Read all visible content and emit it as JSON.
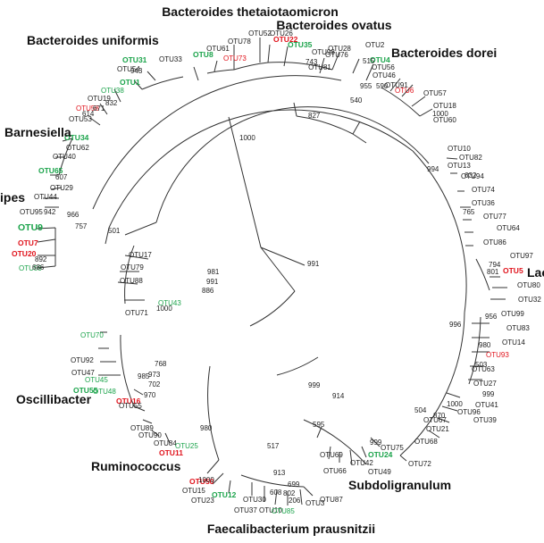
{
  "colors": {
    "green": "#1aa34a",
    "red": "#e0121b",
    "black": "#1a1a1a",
    "branch": "#333333"
  },
  "genera": [
    "Bacteroides thetaiotaomicron",
    "Bacteroides ovatus",
    "Bacteroides uniformis",
    "Bacteroides dorei",
    "Barnesiella",
    "ipes",
    "Lac",
    "Oscillibacter",
    "Ruminococcus",
    "Subdoligranulum",
    "Faecalibacterium prausnitzii"
  ],
  "otus": [
    {
      "t": "OTU52",
      "c": "black"
    },
    {
      "t": "OTU26",
      "c": "black"
    },
    {
      "t": "OTU78",
      "c": "black"
    },
    {
      "t": "OTU22",
      "c": "red",
      "w": "b"
    },
    {
      "t": "OTU35",
      "c": "green",
      "w": "b"
    },
    {
      "t": "OTU81",
      "c": "black"
    },
    {
      "t": "OTU28",
      "c": "black"
    },
    {
      "t": "OTU2",
      "c": "black"
    },
    {
      "t": "OTU76",
      "c": "black"
    },
    {
      "t": "OTU98",
      "c": "black"
    },
    {
      "t": "OTU4",
      "c": "green",
      "w": "b"
    },
    {
      "t": "OTU56",
      "c": "black"
    },
    {
      "t": "OTU46",
      "c": "black"
    },
    {
      "t": "OTU91",
      "c": "black"
    },
    {
      "t": "OTU6",
      "c": "red"
    },
    {
      "t": "OTU57",
      "c": "black"
    },
    {
      "t": "OTU18",
      "c": "black"
    },
    {
      "t": "OTU60",
      "c": "black"
    },
    {
      "t": "OTU61",
      "c": "black"
    },
    {
      "t": "OTU73",
      "c": "red"
    },
    {
      "t": "OTU31",
      "c": "green",
      "w": "b"
    },
    {
      "t": "OTU8",
      "c": "green",
      "w": "b"
    },
    {
      "t": "OTU33",
      "c": "black"
    },
    {
      "t": "OTU54",
      "c": "black"
    },
    {
      "t": "OTU1",
      "c": "green",
      "w": "b"
    },
    {
      "t": "OTU38",
      "c": "green"
    },
    {
      "t": "OTU19",
      "c": "black"
    },
    {
      "t": "OTU58",
      "c": "red"
    },
    {
      "t": "OTU53",
      "c": "black"
    },
    {
      "t": "OTU34",
      "c": "green",
      "w": "b"
    },
    {
      "t": "OTU62",
      "c": "black"
    },
    {
      "t": "OTU40",
      "c": "black"
    },
    {
      "t": "OTU65",
      "c": "green",
      "w": "b"
    },
    {
      "t": "OTU29",
      "c": "black"
    },
    {
      "t": "OTU44",
      "c": "black"
    },
    {
      "t": "OTU95",
      "c": "black"
    },
    {
      "t": "OTU9",
      "c": "green",
      "w": "l"
    },
    {
      "t": "OTU7",
      "c": "red",
      "w": "b"
    },
    {
      "t": "OTU20",
      "c": "red",
      "w": "b"
    },
    {
      "t": "OTU59",
      "c": "green"
    },
    {
      "t": "OTU10",
      "c": "black"
    },
    {
      "t": "OTU82",
      "c": "black"
    },
    {
      "t": "OTU13",
      "c": "black"
    },
    {
      "t": "OTU94",
      "c": "black"
    },
    {
      "t": "OTU74",
      "c": "black"
    },
    {
      "t": "OTU36",
      "c": "black"
    },
    {
      "t": "OTU77",
      "c": "black"
    },
    {
      "t": "OTU64",
      "c": "black"
    },
    {
      "t": "OTU86",
      "c": "black"
    },
    {
      "t": "OTU97",
      "c": "black"
    },
    {
      "t": "OTU5",
      "c": "red",
      "w": "b"
    },
    {
      "t": "OTU80",
      "c": "black"
    },
    {
      "t": "OTU32",
      "c": "black"
    },
    {
      "t": "OTU99",
      "c": "black"
    },
    {
      "t": "OTU83",
      "c": "black"
    },
    {
      "t": "OTU14",
      "c": "black"
    },
    {
      "t": "OTU93",
      "c": "red"
    },
    {
      "t": "OTU63",
      "c": "black"
    },
    {
      "t": "OTU27",
      "c": "black"
    },
    {
      "t": "OTU41",
      "c": "black"
    },
    {
      "t": "OTU96",
      "c": "black"
    },
    {
      "t": "OTU39",
      "c": "black"
    },
    {
      "t": "OTU67",
      "c": "black"
    },
    {
      "t": "OTU21",
      "c": "black"
    },
    {
      "t": "OTU68",
      "c": "black"
    },
    {
      "t": "OTU72",
      "c": "black"
    },
    {
      "t": "OTU17",
      "c": "black"
    },
    {
      "t": "OTU79",
      "c": "black"
    },
    {
      "t": "OTU88",
      "c": "black"
    },
    {
      "t": "OTU43",
      "c": "green"
    },
    {
      "t": "OTU71",
      "c": "black"
    },
    {
      "t": "OTU70",
      "c": "green"
    },
    {
      "t": "OTU92",
      "c": "black"
    },
    {
      "t": "OTU47",
      "c": "black"
    },
    {
      "t": "OTU45",
      "c": "green"
    },
    {
      "t": "OTU55",
      "c": "green",
      "w": "b"
    },
    {
      "t": "OTU48",
      "c": "green"
    },
    {
      "t": "OTU16",
      "c": "red",
      "w": "b"
    },
    {
      "t": "OTU55",
      "c": "black"
    },
    {
      "t": "OTU89",
      "c": "black"
    },
    {
      "t": "OTU90",
      "c": "black"
    },
    {
      "t": "OTU84",
      "c": "black"
    },
    {
      "t": "OTU25",
      "c": "green"
    },
    {
      "t": "OTU11",
      "c": "red",
      "w": "b"
    },
    {
      "t": "OTU50",
      "c": "red",
      "w": "b"
    },
    {
      "t": "OTU15",
      "c": "black"
    },
    {
      "t": "OTU23",
      "c": "black"
    },
    {
      "t": "OTU12",
      "c": "green",
      "w": "b"
    },
    {
      "t": "OTU30",
      "c": "black"
    },
    {
      "t": "OTU37",
      "c": "black"
    },
    {
      "t": "OTU10",
      "c": "black"
    },
    {
      "t": "OTU85",
      "c": "green"
    },
    {
      "t": "OTU3",
      "c": "black"
    },
    {
      "t": "OTU87",
      "c": "black"
    },
    {
      "t": "OTU69",
      "c": "black"
    },
    {
      "t": "OTU66",
      "c": "black"
    },
    {
      "t": "OTU42",
      "c": "black"
    },
    {
      "t": "OTU24",
      "c": "green",
      "w": "b"
    },
    {
      "t": "OTU75",
      "c": "black"
    },
    {
      "t": "OTU49",
      "c": "black"
    }
  ],
  "bootstrap": [
    "743",
    "515",
    "955",
    "590",
    "540",
    "1000",
    "827",
    "943",
    "832",
    "671",
    "614",
    "1000",
    "607",
    "942",
    "757",
    "966",
    "501",
    "892",
    "686",
    "994",
    "632",
    "765",
    "794",
    "801",
    "996",
    "956",
    "980",
    "503",
    "999",
    "1000",
    "870",
    "504",
    "981",
    "991",
    "886",
    "1000",
    "991",
    "999",
    "914",
    "768",
    "973",
    "985",
    "702",
    "970",
    "980",
    "1000",
    "517",
    "913",
    "699",
    "608",
    "802",
    "206",
    "595",
    "999"
  ]
}
